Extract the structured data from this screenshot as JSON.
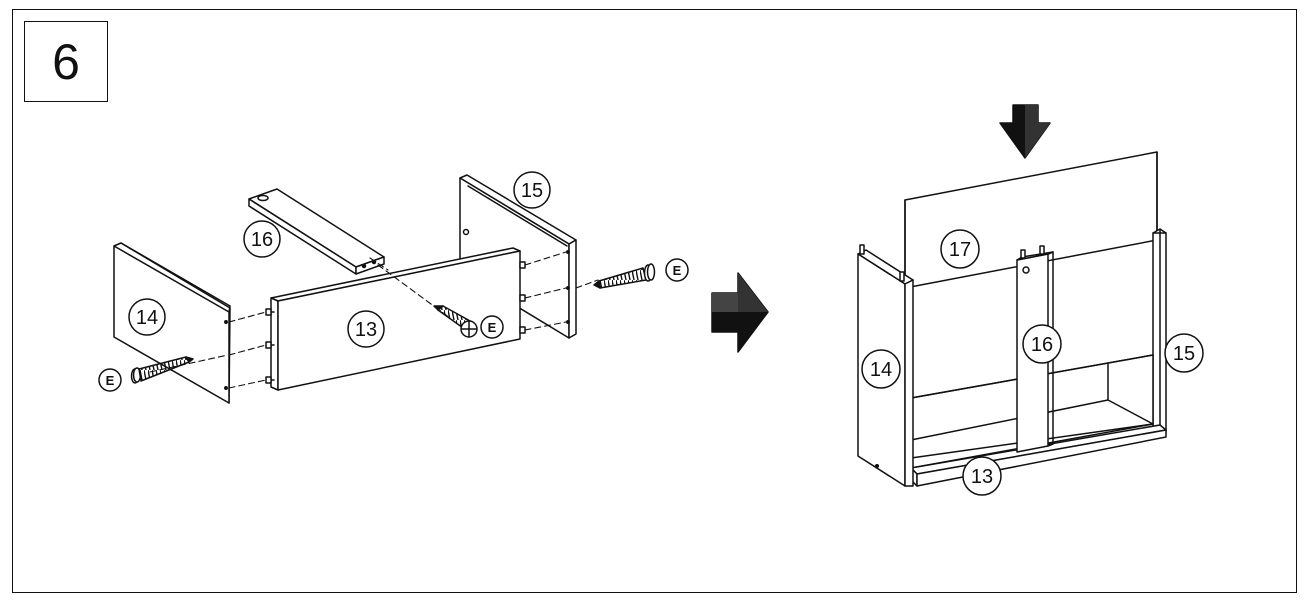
{
  "step": {
    "number": "6"
  },
  "callouts": {
    "exploded": {
      "part14": "14",
      "part13": "13",
      "part16": "16",
      "part15": "15"
    },
    "assembled": {
      "part17": "17",
      "part16": "16",
      "part14": "14",
      "part15": "15",
      "part13": "13"
    }
  },
  "hardware": {
    "screw_letter": "E"
  },
  "icons": {
    "step_arrow": "right-arrow-icon",
    "insert_arrow": "down-arrow-icon"
  },
  "colors": {
    "line": "#111111",
    "background": "#ffffff"
  }
}
